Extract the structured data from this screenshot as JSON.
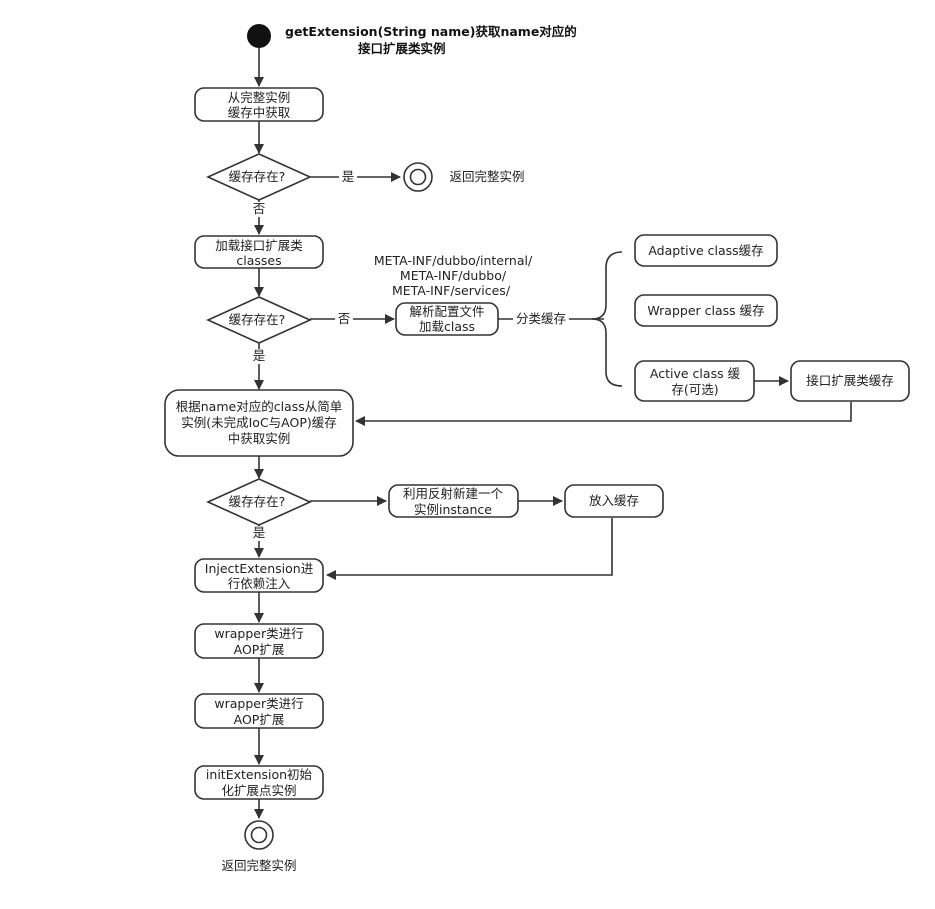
{
  "title": {
    "line1": "getExtension(String name)获取name对应的",
    "line2": "接口扩展类实例"
  },
  "nodes": {
    "get_from_complete_cache": [
      "从完整实例",
      "缓存中获取"
    ],
    "cache_exists_1": "缓存存在?",
    "return_complete_1": "返回完整实例",
    "load_classes": [
      "加载接口扩展类",
      "classes"
    ],
    "cache_exists_2": "缓存存在?",
    "config_paths": [
      "META-INF/dubbo/internal/",
      "META-INF/dubbo/",
      "META-INF/services/"
    ],
    "parse_config": [
      "解析配置文件",
      "加载class"
    ],
    "adaptive_cache": "Adaptive class缓存",
    "wrapper_cache": "Wrapper class 缓存",
    "active_cache": [
      "Active class 缓",
      "存(可选)"
    ],
    "ext_class_cache": "接口扩展类缓存",
    "get_simple_instance": [
      "根据name对应的class从简单",
      "实例(未完成IoC与AOP)缓存",
      "中获取实例"
    ],
    "cache_exists_3": "缓存存在?",
    "reflect_new": [
      "利用反射新建一个",
      "实例instance"
    ],
    "put_cache": "放入缓存",
    "inject_extension": [
      "InjectExtension进",
      "行依赖注入"
    ],
    "wrapper_aop_1": [
      "wrapper类进行",
      "AOP扩展"
    ],
    "wrapper_aop_2": [
      "wrapper类进行",
      "AOP扩展"
    ],
    "init_extension": [
      "initExtension初始",
      "化扩展点实例"
    ],
    "return_complete_2": "返回完整实例"
  },
  "edge_labels": {
    "yes_1": "是",
    "no_1": "否",
    "no_2": "否",
    "yes_2": "是",
    "classify_cache": "分类缓存",
    "yes_3": "是"
  },
  "colors": {
    "stroke": "#333333",
    "start_fill": "#111111",
    "box_fill": "#ffffff"
  }
}
